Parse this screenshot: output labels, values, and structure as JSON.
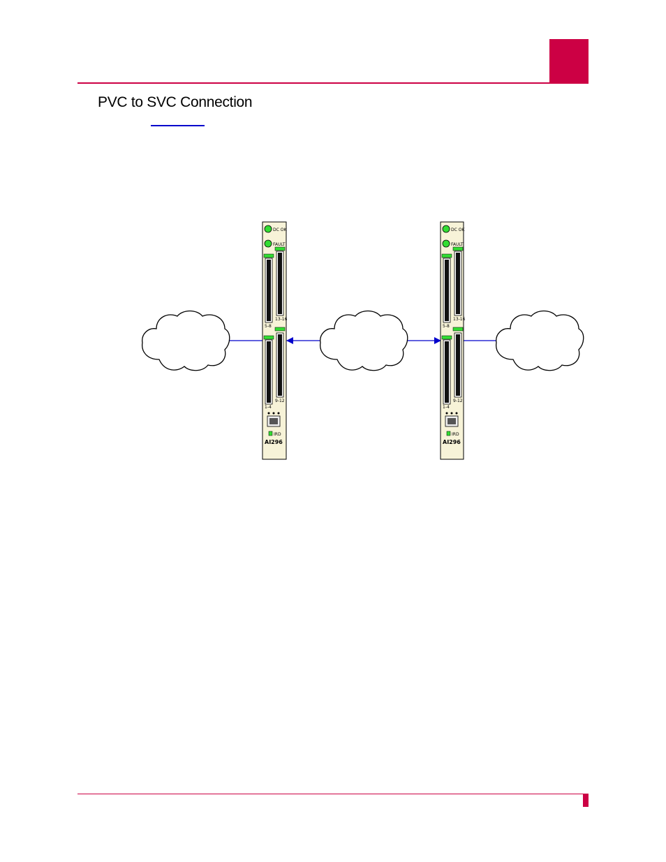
{
  "section": {
    "title": "PVC to SVC Connection",
    "accent_color": "#cc0044",
    "link_color": "#0000cc"
  },
  "diagram": {
    "nodes": [
      {
        "id": "network-left",
        "type": "cloud-icon"
      },
      {
        "id": "card-left",
        "type": "line-card",
        "model": "AI296",
        "led_dc_ok": "DC OK",
        "led_fault": "FAULT",
        "ports_top_left": "5-8",
        "ports_top_right": "13-16",
        "ports_bottom_left": "1-4",
        "ports_bottom_right": "9-12",
        "ird_label": "IRD"
      },
      {
        "id": "network-middle",
        "type": "cloud-icon"
      },
      {
        "id": "card-right",
        "type": "line-card",
        "model": "AI296",
        "led_dc_ok": "DC OK",
        "led_fault": "FAULT",
        "ports_top_left": "5-8",
        "ports_top_right": "13-16",
        "ports_bottom_left": "1-4",
        "ports_bottom_right": "9-12",
        "ird_label": "IRD"
      },
      {
        "id": "network-right",
        "type": "cloud-icon"
      }
    ],
    "edges": [
      {
        "from": "network-left",
        "to": "card-left",
        "arrow": "none"
      },
      {
        "from": "network-middle",
        "to": "card-left",
        "arrow": "end"
      },
      {
        "from": "network-middle",
        "to": "card-right",
        "arrow": "end"
      },
      {
        "from": "card-right",
        "to": "network-right",
        "arrow": "none"
      }
    ],
    "edge_color": "#0000cc",
    "card_color": "#f7f3d8",
    "led_color": "#33dd33"
  }
}
